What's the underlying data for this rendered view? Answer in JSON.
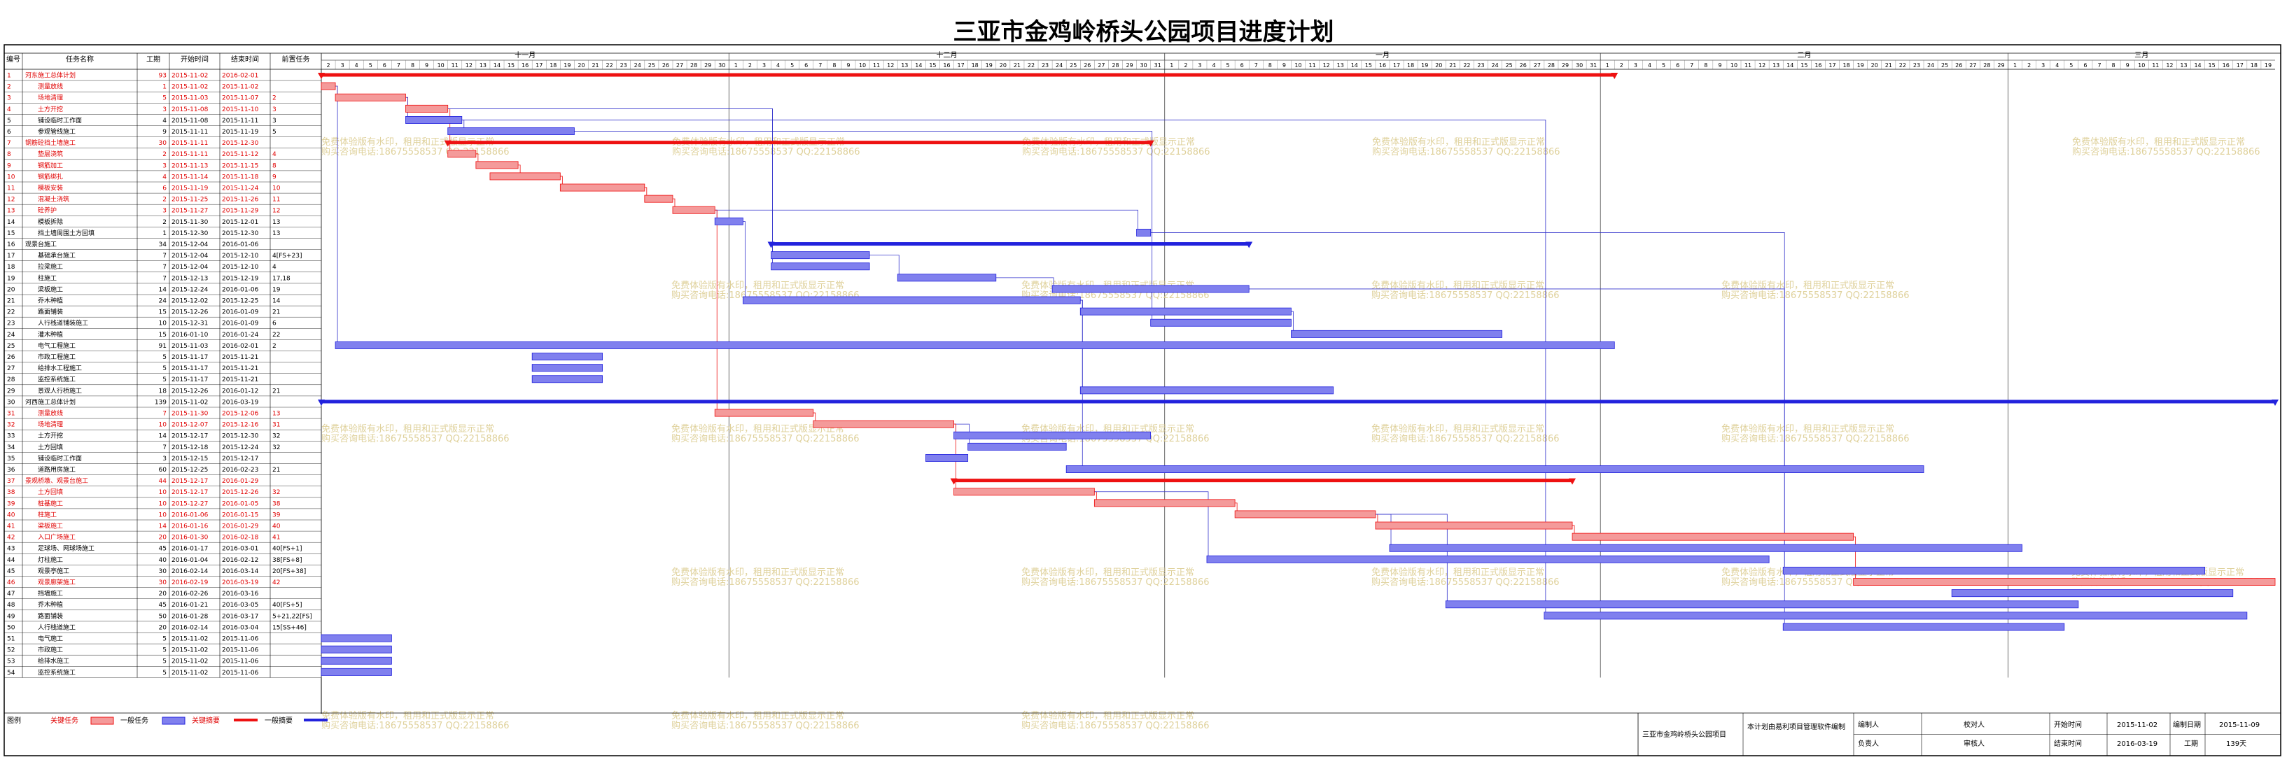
{
  "title": "三亚市金鸡岭桥头公园项目进度计划",
  "table_headers": [
    "编号",
    "任务名称",
    "工期",
    "开始时间",
    "结束时间",
    "前置任务"
  ],
  "months": [
    {
      "label": "十一月",
      "days": 29
    },
    {
      "label": "十二月",
      "days": 31
    },
    {
      "label": "一月",
      "days": 31
    },
    {
      "label": "二月",
      "days": 29
    },
    {
      "label": "三月",
      "days": 19
    }
  ],
  "legend": {
    "label": "图例",
    "items": [
      "关键任务",
      "一般任务",
      "关键摘要",
      "一般摘要"
    ]
  },
  "watermark": {
    "line1": "免费体验版有水印，租用和正式版显示正常",
    "line2": "购买咨询电话:18675558537 QQ:22158866"
  },
  "footer": {
    "project": "三亚市金鸡岭桥头公园项目",
    "software": "本计划由易利项目管理软件编制",
    "prepared_by": "编制人",
    "responsible": "负责人",
    "proofread": "校对人",
    "reviewer": "审核人",
    "start_label": "开始时间",
    "start_value": "2015-11-02",
    "end_label": "结束时间",
    "end_value": "2016-03-19",
    "date_label": "编制日期",
    "date_value": "2015-11-09",
    "duration_label": "工期",
    "duration_value": "139天"
  },
  "colors": {
    "critical": "#ee1111",
    "critical_fill": "#f49a9a",
    "normal": "#2222dd",
    "normal_fill": "#8080ee",
    "link": "#3333cc",
    "text_critical": "#e00000"
  },
  "chart_data": {
    "type": "gantt",
    "start_date": "2015-11-02",
    "end_date": "2016-03-19",
    "tasks": [
      {
        "id": "1",
        "name": "河东施工总体计划",
        "dur": "93",
        "start": "2015-11-02",
        "end": "2016-02-01",
        "pred": "",
        "kind": "crit_summary"
      },
      {
        "id": "2",
        "name": "测量放线",
        "dur": "1",
        "start": "2015-11-02",
        "end": "2015-11-02",
        "pred": "",
        "kind": "crit"
      },
      {
        "id": "3",
        "name": "场地清理",
        "dur": "5",
        "start": "2015-11-03",
        "end": "2015-11-07",
        "pred": "2",
        "kind": "crit"
      },
      {
        "id": "4",
        "name": "土方开挖",
        "dur": "3",
        "start": "2015-11-08",
        "end": "2015-11-10",
        "pred": "3",
        "kind": "crit"
      },
      {
        "id": "5",
        "name": "铺设临时工作面",
        "dur": "4",
        "start": "2015-11-08",
        "end": "2015-11-11",
        "pred": "3",
        "kind": "norm"
      },
      {
        "id": "6",
        "name": "参观管线施工",
        "dur": "9",
        "start": "2015-11-11",
        "end": "2015-11-19",
        "pred": "5",
        "kind": "norm"
      },
      {
        "id": "7",
        "name": "钢筋砼挡土墙施工",
        "dur": "30",
        "start": "2015-11-11",
        "end": "2015-12-30",
        "pred": "",
        "kind": "crit_summary"
      },
      {
        "id": "8",
        "name": "垫层浇筑",
        "dur": "2",
        "start": "2015-11-11",
        "end": "2015-11-12",
        "pred": "4",
        "kind": "crit"
      },
      {
        "id": "9",
        "name": "钢筋加工",
        "dur": "3",
        "start": "2015-11-13",
        "end": "2015-11-15",
        "pred": "8",
        "kind": "crit"
      },
      {
        "id": "10",
        "name": "钢筋绑扎",
        "dur": "4",
        "start": "2015-11-14",
        "end": "2015-11-18",
        "pred": "9",
        "kind": "crit"
      },
      {
        "id": "11",
        "name": "模板安装",
        "dur": "6",
        "start": "2015-11-19",
        "end": "2015-11-24",
        "pred": "10",
        "kind": "crit"
      },
      {
        "id": "12",
        "name": "混凝土浇筑",
        "dur": "2",
        "start": "2015-11-25",
        "end": "2015-11-26",
        "pred": "11",
        "kind": "crit"
      },
      {
        "id": "13",
        "name": "砼养护",
        "dur": "3",
        "start": "2015-11-27",
        "end": "2015-11-29",
        "pred": "12",
        "kind": "crit"
      },
      {
        "id": "14",
        "name": "模板拆除",
        "dur": "2",
        "start": "2015-11-30",
        "end": "2015-12-01",
        "pred": "13",
        "kind": "norm"
      },
      {
        "id": "15",
        "name": "挡土墙周围土方回填",
        "dur": "1",
        "start": "2015-12-30",
        "end": "2015-12-30",
        "pred": "13",
        "kind": "norm"
      },
      {
        "id": "16",
        "name": "观景台施工",
        "dur": "34",
        "start": "2015-12-04",
        "end": "2016-01-06",
        "pred": "",
        "kind": "norm_summary"
      },
      {
        "id": "17",
        "name": "基础承台施工",
        "dur": "7",
        "start": "2015-12-04",
        "end": "2015-12-10",
        "pred": "4[FS+23]",
        "kind": "norm"
      },
      {
        "id": "18",
        "name": "拉梁施工",
        "dur": "7",
        "start": "2015-12-04",
        "end": "2015-12-10",
        "pred": "4",
        "kind": "norm"
      },
      {
        "id": "19",
        "name": "柱施工",
        "dur": "7",
        "start": "2015-12-13",
        "end": "2015-12-19",
        "pred": "17,18",
        "kind": "norm"
      },
      {
        "id": "20",
        "name": "梁板施工",
        "dur": "14",
        "start": "2015-12-24",
        "end": "2016-01-06",
        "pred": "19",
        "kind": "norm"
      },
      {
        "id": "21",
        "name": "乔木种植",
        "dur": "24",
        "start": "2015-12-02",
        "end": "2015-12-25",
        "pred": "14",
        "kind": "norm"
      },
      {
        "id": "22",
        "name": "路面铺装",
        "dur": "15",
        "start": "2015-12-26",
        "end": "2016-01-09",
        "pred": "21",
        "kind": "norm"
      },
      {
        "id": "23",
        "name": "人行栈道铺装施工",
        "dur": "10",
        "start": "2015-12-31",
        "end": "2016-01-09",
        "pred": "6",
        "kind": "norm"
      },
      {
        "id": "24",
        "name": "灌木种植",
        "dur": "15",
        "start": "2016-01-10",
        "end": "2016-01-24",
        "pred": "22",
        "kind": "norm"
      },
      {
        "id": "25",
        "name": "电气工程施工",
        "dur": "91",
        "start": "2015-11-03",
        "end": "2016-02-01",
        "pred": "2",
        "kind": "norm"
      },
      {
        "id": "26",
        "name": "市政工程施工",
        "dur": "5",
        "start": "2015-11-17",
        "end": "2015-11-21",
        "pred": "",
        "kind": "norm"
      },
      {
        "id": "27",
        "name": "给排水工程施工",
        "dur": "5",
        "start": "2015-11-17",
        "end": "2015-11-21",
        "pred": "",
        "kind": "norm"
      },
      {
        "id": "28",
        "name": "监控系统施工",
        "dur": "5",
        "start": "2015-11-17",
        "end": "2015-11-21",
        "pred": "",
        "kind": "norm"
      },
      {
        "id": "29",
        "name": "景观人行桥施工",
        "dur": "18",
        "start": "2015-12-26",
        "end": "2016-01-12",
        "pred": "21",
        "kind": "norm"
      },
      {
        "id": "30",
        "name": "河西施工总体计划",
        "dur": "139",
        "start": "2015-11-02",
        "end": "2016-03-19",
        "pred": "",
        "kind": "norm_summary"
      },
      {
        "id": "31",
        "name": "测量放线",
        "dur": "7",
        "start": "2015-11-30",
        "end": "2015-12-06",
        "pred": "13",
        "kind": "crit"
      },
      {
        "id": "32",
        "name": "场地清理",
        "dur": "10",
        "start": "2015-12-07",
        "end": "2015-12-16",
        "pred": "31",
        "kind": "crit"
      },
      {
        "id": "33",
        "name": "土方开挖",
        "dur": "14",
        "start": "2015-12-17",
        "end": "2015-12-30",
        "pred": "32",
        "kind": "norm"
      },
      {
        "id": "34",
        "name": "土方回填",
        "dur": "7",
        "start": "2015-12-18",
        "end": "2015-12-24",
        "pred": "32",
        "kind": "norm"
      },
      {
        "id": "35",
        "name": "铺设临时工作面",
        "dur": "3",
        "start": "2015-12-15",
        "end": "2015-12-17",
        "pred": "",
        "kind": "norm"
      },
      {
        "id": "36",
        "name": "道路用房施工",
        "dur": "60",
        "start": "2015-12-25",
        "end": "2016-02-23",
        "pred": "21",
        "kind": "norm"
      },
      {
        "id": "37",
        "name": "景观桥墩、观景台施工",
        "dur": "44",
        "start": "2015-12-17",
        "end": "2016-01-29",
        "pred": "",
        "kind": "crit_summary"
      },
      {
        "id": "38",
        "name": "土方回填",
        "dur": "10",
        "start": "2015-12-17",
        "end": "2015-12-26",
        "pred": "32",
        "kind": "crit"
      },
      {
        "id": "39",
        "name": "桩基施工",
        "dur": "10",
        "start": "2015-12-27",
        "end": "2016-01-05",
        "pred": "38",
        "kind": "crit"
      },
      {
        "id": "40",
        "name": "柱施工",
        "dur": "10",
        "start": "2016-01-06",
        "end": "2016-01-15",
        "pred": "39",
        "kind": "crit"
      },
      {
        "id": "41",
        "name": "梁板施工",
        "dur": "14",
        "start": "2016-01-16",
        "end": "2016-01-29",
        "pred": "40",
        "kind": "crit"
      },
      {
        "id": "42",
        "name": "入口广场施工",
        "dur": "20",
        "start": "2016-01-30",
        "end": "2016-02-18",
        "pred": "41",
        "kind": "crit"
      },
      {
        "id": "43",
        "name": "足球场、网球场施工",
        "dur": "45",
        "start": "2016-01-17",
        "end": "2016-03-01",
        "pred": "40[FS+1]",
        "kind": "norm"
      },
      {
        "id": "44",
        "name": "灯柱施工",
        "dur": "40",
        "start": "2016-01-04",
        "end": "2016-02-12",
        "pred": "38[FS+8]",
        "kind": "norm"
      },
      {
        "id": "45",
        "name": "观景亭施工",
        "dur": "30",
        "start": "2016-02-14",
        "end": "2016-03-14",
        "pred": "20[FS+38]",
        "kind": "norm"
      },
      {
        "id": "46",
        "name": "观景廊架施工",
        "dur": "30",
        "start": "2016-02-19",
        "end": "2016-03-19",
        "pred": "42",
        "kind": "crit"
      },
      {
        "id": "47",
        "name": "挡墙施工",
        "dur": "20",
        "start": "2016-02-26",
        "end": "2016-03-16",
        "pred": "",
        "kind": "norm"
      },
      {
        "id": "48",
        "name": "乔木种植",
        "dur": "45",
        "start": "2016-01-21",
        "end": "2016-03-05",
        "pred": "40[FS+5]",
        "kind": "norm"
      },
      {
        "id": "49",
        "name": "路面铺装",
        "dur": "50",
        "start": "2016-01-28",
        "end": "2016-03-17",
        "pred": "5+21,22[FS]",
        "kind": "norm"
      },
      {
        "id": "50",
        "name": "人行栈道施工",
        "dur": "20",
        "start": "2016-02-14",
        "end": "2016-03-04",
        "pred": "15[SS+46]",
        "kind": "norm"
      },
      {
        "id": "51",
        "name": "电气施工",
        "dur": "5",
        "start": "2015-11-02",
        "end": "2015-11-06",
        "pred": "",
        "kind": "norm"
      },
      {
        "id": "52",
        "name": "市政施工",
        "dur": "5",
        "start": "2015-11-02",
        "end": "2015-11-06",
        "pred": "",
        "kind": "norm"
      },
      {
        "id": "53",
        "name": "给排水施工",
        "dur": "5",
        "start": "2015-11-02",
        "end": "2015-11-06",
        "pred": "",
        "kind": "norm"
      },
      {
        "id": "54",
        "name": "监控系统施工",
        "dur": "5",
        "start": "2015-11-02",
        "end": "2015-11-06",
        "pred": "",
        "kind": "norm"
      }
    ]
  }
}
